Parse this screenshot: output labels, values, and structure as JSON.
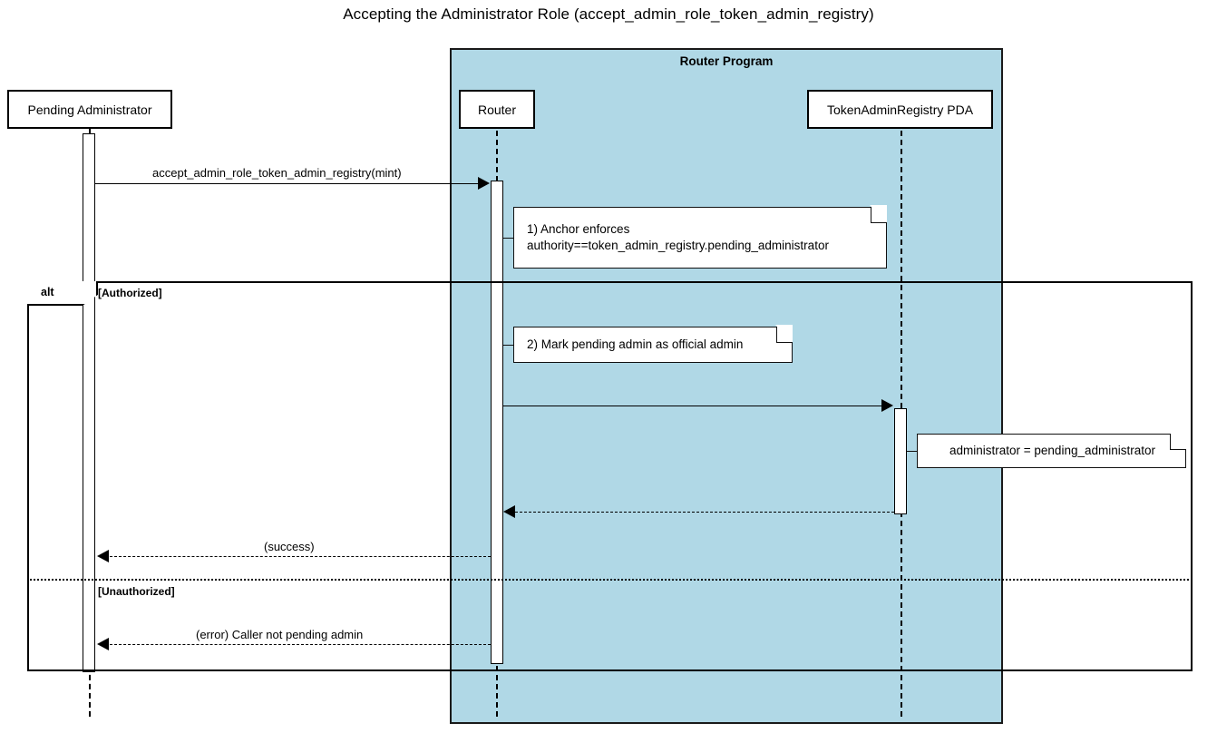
{
  "title": "Accepting the Administrator Role (accept_admin_role_token_admin_registry)",
  "group": {
    "label": "Router Program"
  },
  "participants": [
    {
      "id": "pending_admin",
      "label": "Pending Administrator"
    },
    {
      "id": "router",
      "label": "Router"
    },
    {
      "id": "registry_pda",
      "label": "TokenAdminRegistry PDA"
    }
  ],
  "messages": [
    {
      "id": "m1",
      "label": "accept_admin_role_token_admin_registry(mint)",
      "from": "pending_admin",
      "to": "router",
      "style": "solid",
      "direction": "right"
    },
    {
      "id": "m2",
      "label": "",
      "from": "router",
      "to": "registry_pda",
      "style": "solid",
      "direction": "right"
    },
    {
      "id": "m3",
      "label": "",
      "from": "registry_pda",
      "to": "router",
      "style": "dashed",
      "direction": "left"
    },
    {
      "id": "m4",
      "label": "(success)",
      "from": "router",
      "to": "pending_admin",
      "style": "dashed",
      "direction": "left"
    },
    {
      "id": "m5",
      "label": "(error) Caller not pending admin",
      "from": "router",
      "to": "pending_admin",
      "style": "dashed",
      "direction": "left"
    }
  ],
  "notes": [
    {
      "id": "note1",
      "lines": [
        "1) Anchor enforces",
        "authority==token_admin_registry.pending_administrator"
      ]
    },
    {
      "id": "note2",
      "lines": [
        "2) Mark pending admin as official admin"
      ]
    },
    {
      "id": "note3",
      "lines": [
        "administrator = pending_administrator"
      ]
    }
  ],
  "fragment": {
    "operator": "alt",
    "guards": [
      "[Authorized]",
      "[Unauthorized]"
    ]
  },
  "colors": {
    "group_fill": "#b0d8e6",
    "stroke": "#000000",
    "note_fill": "#ffffff",
    "background": "#ffffff"
  }
}
